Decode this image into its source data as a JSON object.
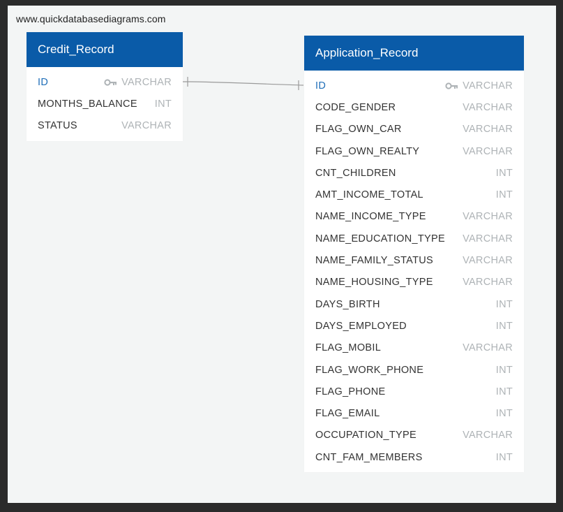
{
  "watermark": "www.quickdatabasediagrams.com",
  "credit_record": {
    "title": "Credit_Record",
    "columns": [
      {
        "name": "ID",
        "type": "VARCHAR",
        "pk": true
      },
      {
        "name": "MONTHS_BALANCE",
        "type": "INT",
        "pk": false
      },
      {
        "name": "STATUS",
        "type": "VARCHAR",
        "pk": false
      }
    ]
  },
  "application_record": {
    "title": "Application_Record",
    "columns": [
      {
        "name": "ID",
        "type": "VARCHAR",
        "pk": true
      },
      {
        "name": "CODE_GENDER",
        "type": "VARCHAR",
        "pk": false
      },
      {
        "name": "FLAG_OWN_CAR",
        "type": "VARCHAR",
        "pk": false
      },
      {
        "name": "FLAG_OWN_REALTY",
        "type": "VARCHAR",
        "pk": false
      },
      {
        "name": "CNT_CHILDREN",
        "type": "INT",
        "pk": false
      },
      {
        "name": "AMT_INCOME_TOTAL",
        "type": "INT",
        "pk": false
      },
      {
        "name": "NAME_INCOME_TYPE",
        "type": "VARCHAR",
        "pk": false
      },
      {
        "name": "NAME_EDUCATION_TYPE",
        "type": "VARCHAR",
        "pk": false
      },
      {
        "name": "NAME_FAMILY_STATUS",
        "type": "VARCHAR",
        "pk": false
      },
      {
        "name": "NAME_HOUSING_TYPE",
        "type": "VARCHAR",
        "pk": false
      },
      {
        "name": "DAYS_BIRTH",
        "type": "INT",
        "pk": false
      },
      {
        "name": "DAYS_EMPLOYED",
        "type": "INT",
        "pk": false
      },
      {
        "name": "FLAG_MOBIL",
        "type": "VARCHAR",
        "pk": false
      },
      {
        "name": "FLAG_WORK_PHONE",
        "type": "INT",
        "pk": false
      },
      {
        "name": "FLAG_PHONE",
        "type": "INT",
        "pk": false
      },
      {
        "name": "FLAG_EMAIL",
        "type": "INT",
        "pk": false
      },
      {
        "name": "OCCUPATION_TYPE",
        "type": "VARCHAR",
        "pk": false
      },
      {
        "name": "CNT_FAM_MEMBERS",
        "type": "INT",
        "pk": false
      }
    ]
  },
  "colors": {
    "header": "#0a5ba8",
    "pk_text": "#1f6eb8",
    "type_text": "#aeb3b6",
    "connector": "#9a9a9a"
  },
  "relationship": {
    "from": "Credit_Record.ID",
    "to": "Application_Record.ID"
  }
}
